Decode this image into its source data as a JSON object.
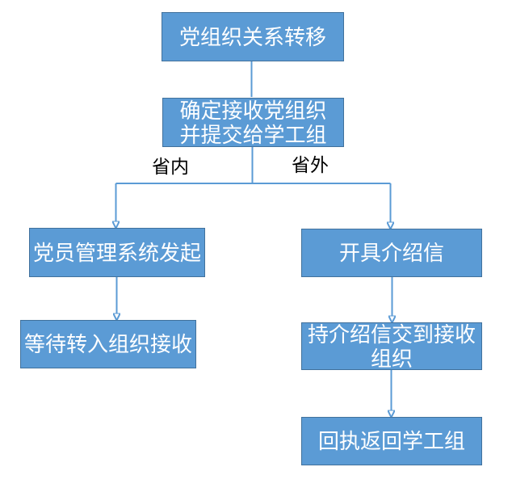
{
  "diagram": {
    "type": "flowchart",
    "title": "党组织关系转移",
    "colors": {
      "node_fill": "#5b9bd5",
      "node_border": "#41719c",
      "connector": "#5b9bd5",
      "node_text": "#ffffff",
      "branch_label_text": "#000000",
      "background": "#ffffff"
    },
    "nodes": {
      "transfer": {
        "label": "党组织关系转移"
      },
      "confirm": {
        "label": "确定接收党组织\n并提交给学工组"
      },
      "system": {
        "label": "党员管理系统发起"
      },
      "wait": {
        "label": "等待转入组织接收"
      },
      "letter": {
        "label": "开具介绍信"
      },
      "deliver": {
        "label": "持介绍信交到接收\n组织"
      },
      "receipt": {
        "label": "回执返回学工组"
      }
    },
    "branch_labels": {
      "left": "省内",
      "right": "省外"
    }
  }
}
